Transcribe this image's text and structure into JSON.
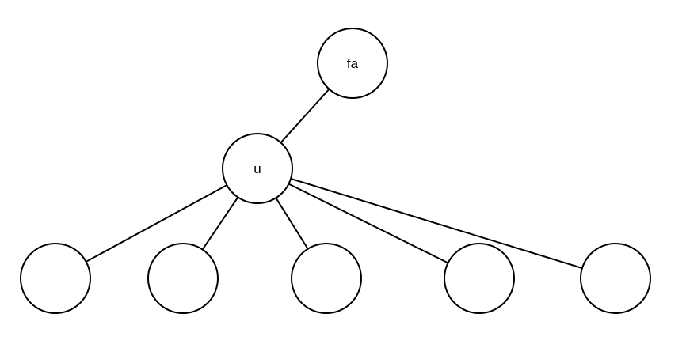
{
  "diagram": {
    "type": "tree",
    "nodes": [
      {
        "id": "fa",
        "label": "fa"
      },
      {
        "id": "u",
        "label": "u"
      },
      {
        "id": "c1",
        "label": ""
      },
      {
        "id": "c2",
        "label": ""
      },
      {
        "id": "c3",
        "label": ""
      },
      {
        "id": "c4",
        "label": ""
      },
      {
        "id": "c5",
        "label": ""
      }
    ],
    "edges": [
      [
        "fa",
        "u"
      ],
      [
        "u",
        "c1"
      ],
      [
        "u",
        "c2"
      ],
      [
        "u",
        "c3"
      ],
      [
        "u",
        "c4"
      ],
      [
        "u",
        "c5"
      ]
    ]
  }
}
